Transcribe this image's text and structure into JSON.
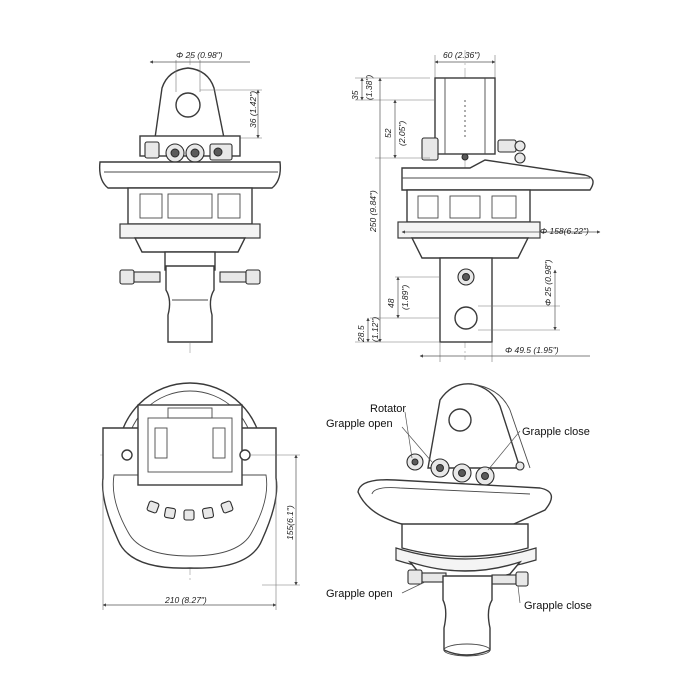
{
  "dimensions": {
    "top_pin_dia": "Φ 25  (0.98\")",
    "ear_height": "36 (1.42\")",
    "width_60": "60 (2.36\")",
    "dim_35": "35",
    "dim_35_in": "(1.38\")",
    "dim_52": "52",
    "dim_52_in": "(2.05\")",
    "dim_250": "250 (9.84\")",
    "flange_dia": "Φ 158(6.22\")",
    "lower_pin_dia": "Φ 25 (0.98\")",
    "dim_48": "48",
    "dim_48_in": "(1.89\")",
    "dim_28_5": "28.5",
    "dim_28_5_in": "(1.12\")",
    "shaft_dia": "Φ 49.5 (1.95\")",
    "height_155": "155(6.1\")",
    "width_210": "210 (8.27\")"
  },
  "callouts": {
    "rotator": "Rotator",
    "grapple_open_top": "Grapple open",
    "grapple_close_top": "Grapple close",
    "grapple_open_bottom": "Grapple open",
    "grapple_close_bottom": "Grapple close"
  }
}
